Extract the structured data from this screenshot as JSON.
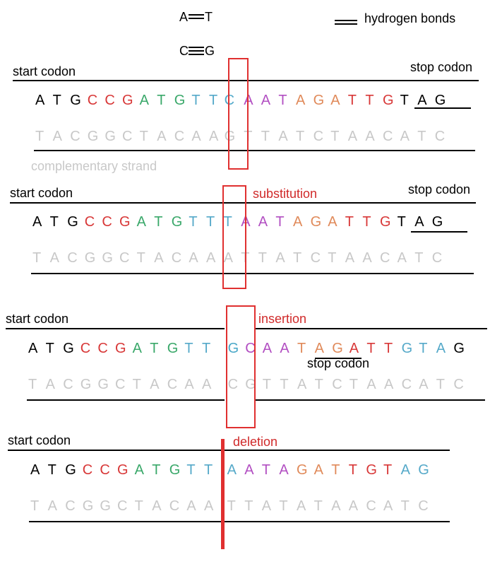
{
  "legend": {
    "at_left": "A",
    "at_right": "T",
    "cg_left": "C",
    "cg_right": "G",
    "bonds_label": "hydrogen bonds"
  },
  "colors": {
    "A": "#b24fc2",
    "T": "#55a9c9",
    "G_blue": "#4aa8c8",
    "C": "#d83838",
    "G": "#d83838",
    "green": "#3aa86a",
    "orange": "#e08a5a",
    "black": "#000000",
    "gray": "#c8c8c8",
    "box": "#e03030"
  },
  "panels": [
    {
      "start_label": "start codon",
      "stop_label": "stop codon",
      "mutation_label": "",
      "complement_label": "complementary  strand",
      "top_seq": [
        "A",
        "T",
        "G",
        "C",
        "C",
        "G",
        "A",
        "T",
        "G",
        "T",
        "T",
        "C",
        "A",
        "A",
        "T",
        "A",
        "G",
        "A",
        "T",
        "T",
        "G",
        "T",
        "A",
        "G"
      ],
      "bottom_seq": [
        "T",
        "A",
        "C",
        "G",
        "G",
        "C",
        "T",
        "A",
        "C",
        "A",
        "A",
        "G",
        "T",
        "T",
        "A",
        "T",
        "C",
        "T",
        "A",
        "A",
        "C",
        "A",
        "T",
        "C"
      ]
    },
    {
      "start_label": "start codon",
      "stop_label": "stop codon",
      "mutation_label": "substitution",
      "top_seq": [
        "A",
        "T",
        "G",
        "C",
        "C",
        "G",
        "A",
        "T",
        "G",
        "T",
        "T",
        "T",
        "A",
        "A",
        "T",
        "A",
        "G",
        "A",
        "T",
        "T",
        "G",
        "T",
        "A",
        "G"
      ],
      "bottom_seq": [
        "T",
        "A",
        "C",
        "G",
        "G",
        "C",
        "T",
        "A",
        "C",
        "A",
        "A",
        "A",
        "T",
        "T",
        "A",
        "T",
        "C",
        "T",
        "A",
        "A",
        "C",
        "A",
        "T",
        "C"
      ]
    },
    {
      "start_label": "start codon",
      "stop_label": "stop codon",
      "mutation_label": "insertion",
      "top_seq": [
        "A",
        "T",
        "G",
        "C",
        "C",
        "G",
        "A",
        "T",
        "G",
        "T",
        "T",
        "G",
        "C",
        "A",
        "A",
        "T",
        "A",
        "G",
        "A",
        "T",
        "T",
        "G",
        "T",
        "A",
        "G"
      ],
      "bottom_seq": [
        "T",
        "A",
        "C",
        "G",
        "G",
        "C",
        "T",
        "A",
        "C",
        "A",
        "A",
        "C",
        "G",
        "T",
        "T",
        "A",
        "T",
        "C",
        "T",
        "A",
        "A",
        "C",
        "A",
        "T",
        "C"
      ]
    },
    {
      "start_label": "start codon",
      "mutation_label": "deletion",
      "top_seq": [
        "A",
        "T",
        "G",
        "C",
        "C",
        "G",
        "A",
        "T",
        "G",
        "T",
        "T",
        "A",
        "A",
        "T",
        "A",
        "G",
        "A",
        "T",
        "T",
        "G",
        "T",
        "A",
        "G"
      ],
      "bottom_seq": [
        "T",
        "A",
        "C",
        "G",
        "G",
        "C",
        "T",
        "A",
        "C",
        "A",
        "A",
        "T",
        "T",
        "A",
        "T",
        "A",
        "T",
        "A",
        "A",
        "C",
        "A",
        "T",
        "C"
      ]
    }
  ]
}
